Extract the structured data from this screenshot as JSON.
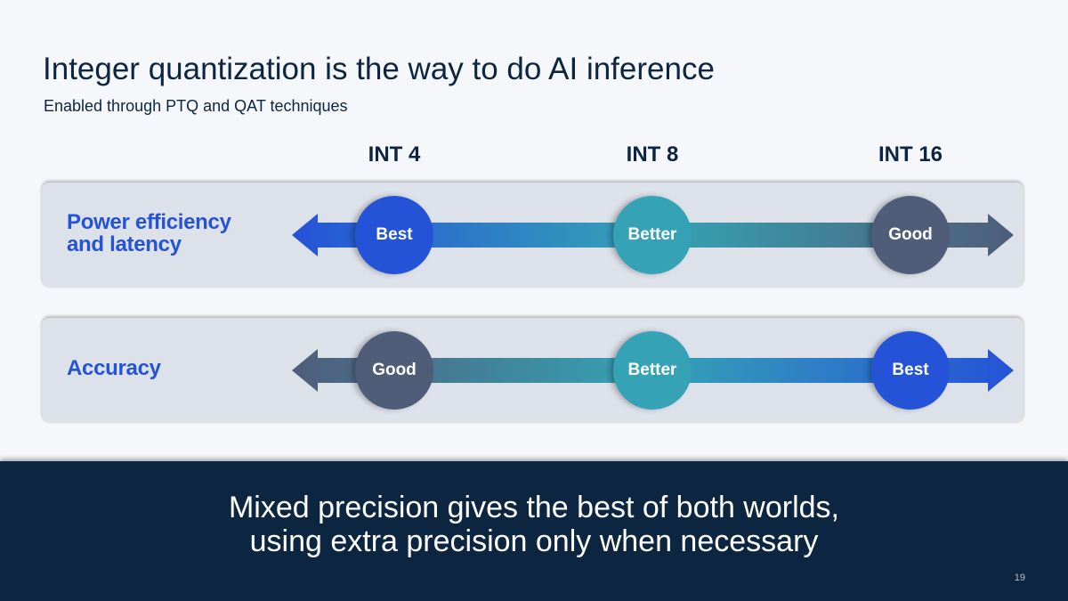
{
  "title": "Integer quantization is the way to do AI inference",
  "subtitle": "Enabled through PTQ and QAT techniques",
  "columns": [
    "INT 4",
    "INT 8",
    "INT 16"
  ],
  "rows": [
    {
      "label_lines": [
        "Power efficiency",
        "and latency"
      ],
      "ratings": [
        "Best",
        "Better",
        "Good"
      ],
      "direction": "left"
    },
    {
      "label_lines": [
        "Accuracy"
      ],
      "ratings": [
        "Good",
        "Better",
        "Best"
      ],
      "direction": "right"
    }
  ],
  "colors": {
    "Best": "#2553d8",
    "Better": "#35a3b5",
    "Good": "#4f5d79"
  },
  "footer": {
    "line1": "Mixed precision gives the best of both worlds,",
    "line2": "using extra precision only when necessary"
  },
  "page_number": "19"
}
